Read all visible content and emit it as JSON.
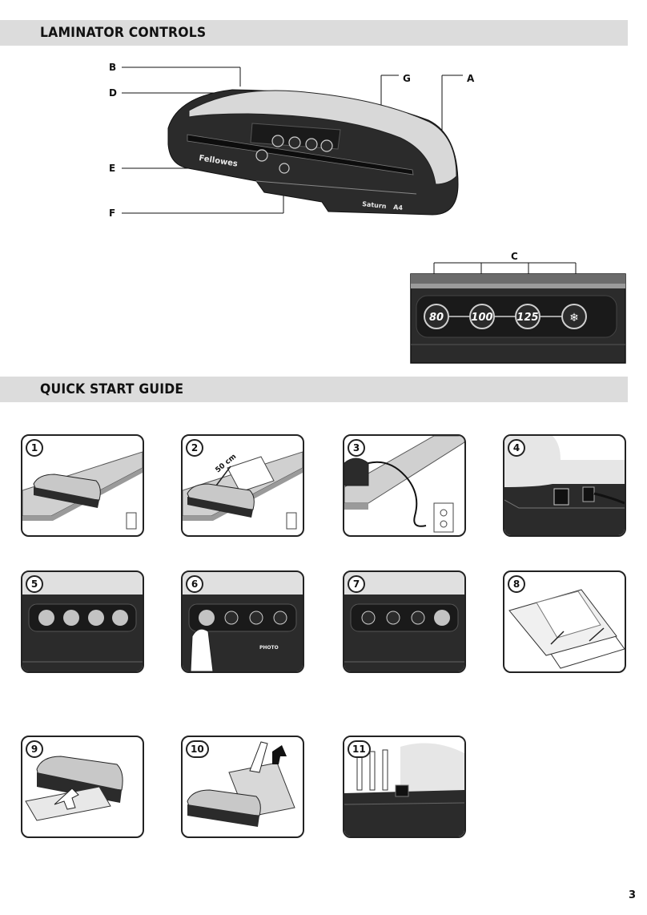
{
  "sections": {
    "controls_title": "LAMINATOR CONTROLS",
    "quickstart_title": "QUICK START GUIDE"
  },
  "callouts": {
    "a": "A",
    "b": "B",
    "c": "C",
    "d": "D",
    "e": "E",
    "f": "F",
    "g": "G"
  },
  "device": {
    "brand": "Fellowes",
    "model": "Saturn",
    "model_suffix": "A4"
  },
  "temperature_buttons": [
    "80",
    "100",
    "125",
    "❄"
  ],
  "steps": {
    "labels": [
      "1",
      "2",
      "3",
      "4",
      "5",
      "6",
      "7",
      "8",
      "9",
      "10",
      "11"
    ],
    "step2_distance": "50 cm",
    "photo_label": "PHOTO"
  },
  "colors": {
    "section_bar": "#dcdcdc",
    "device_dark": "#2b2b2b",
    "device_light": "#d8d8d8",
    "outline": "#222222"
  },
  "page_number": "3"
}
